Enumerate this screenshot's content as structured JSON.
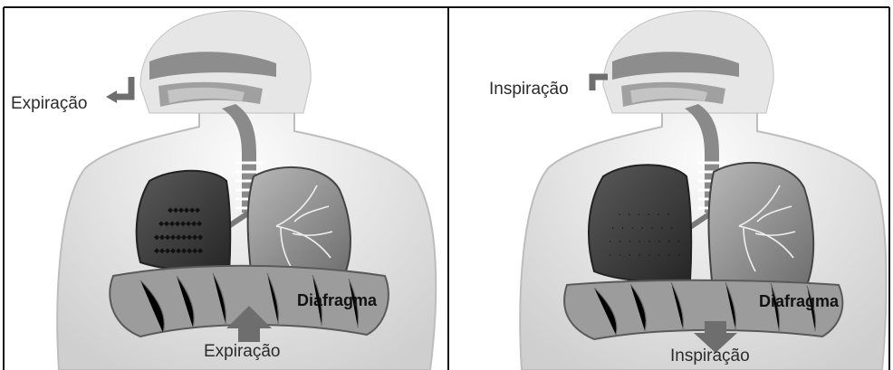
{
  "left_panel": {
    "mouth_label": "Expiração",
    "diaphragm_label": "Diafragma",
    "bottom_label": "Expiração"
  },
  "right_panel": {
    "mouth_label": "Inspiração",
    "diaphragm_label": "Diafragma",
    "bottom_label": "Inspiração"
  },
  "colors": {
    "border": "#111111",
    "body_fill": "#e9e9e9",
    "lung_dark": "#3a3a3a",
    "lung_light": "#8a8a8a",
    "arrow": "#6e6e6e"
  }
}
